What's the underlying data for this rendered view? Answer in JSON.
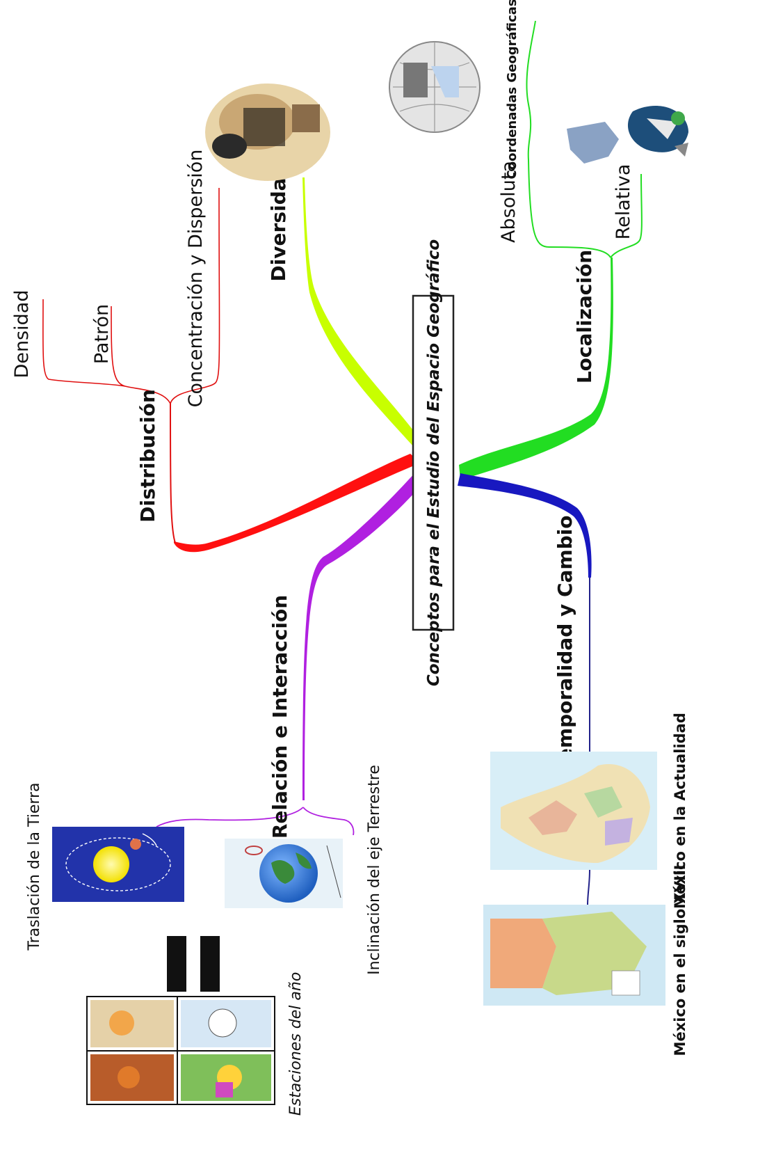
{
  "central": "Conceptos para el Estudio del Espacio Geográfico",
  "branches": {
    "distribucion": {
      "label": "Distribución",
      "color": "#ff1010",
      "children": [
        "Densidad",
        "Patrón",
        "Concentración y Dispersión"
      ]
    },
    "diversidad": {
      "label": "Diversidad",
      "color": "#c8ff00"
    },
    "localizacion": {
      "label": "Localización",
      "color": "#22dd22",
      "children": [
        "Absoluta",
        "Relativa"
      ],
      "sub_child": "Coordenadas Geográficas"
    },
    "relacion": {
      "label": "Relación e Interacción",
      "color": "#b020e0",
      "children": [
        "Traslación de la Tierra",
        "Inclinación del eje Terrestre"
      ]
    },
    "temporalidad": {
      "label": "Temporalidad y Cambio",
      "color": "#1818c0",
      "children": [
        "México en la Actualidad",
        "México en el siglo XVIII"
      ]
    }
  },
  "extras": {
    "equals_label": "=",
    "seasons_caption": "Estaciones del año"
  }
}
